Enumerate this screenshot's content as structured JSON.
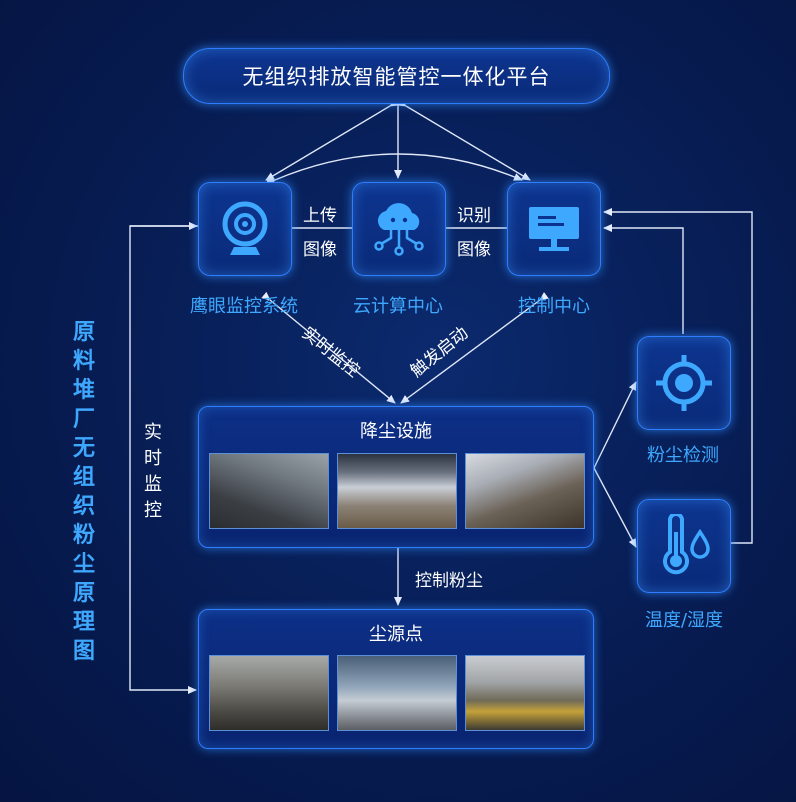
{
  "platform": {
    "title": "无组织排放智能管控一体化平台"
  },
  "vertical_title": "原料堆厂无组织粉尘原理图",
  "nodes": {
    "eagle_eye": {
      "label": "鹰眼监控系统",
      "icon": "camera-icon"
    },
    "cloud": {
      "label": "云计算中心",
      "icon": "cloud-network-icon"
    },
    "control": {
      "label": "控制中心",
      "icon": "monitor-icon"
    },
    "dust_detect": {
      "label": "粉尘检测",
      "icon": "crosshair-icon"
    },
    "temp_humidity": {
      "label": "温度/湿度",
      "icon": "thermometer-drop-icon"
    }
  },
  "edges": {
    "upload_1": "上传",
    "upload_2": "图像",
    "identify_1": "识别",
    "identify_2": "图像",
    "realtime_diag": "实时监控",
    "trigger": "触发启动",
    "control_dust": "控制粉尘",
    "realtime_side": "实时监控"
  },
  "panels": {
    "dust_suppression": {
      "title": "降尘设施"
    },
    "dust_source": {
      "title": "尘源点"
    }
  },
  "colors": {
    "accent": "#3ea8ff",
    "border": "#2f7dff",
    "background": "#061a4a"
  }
}
